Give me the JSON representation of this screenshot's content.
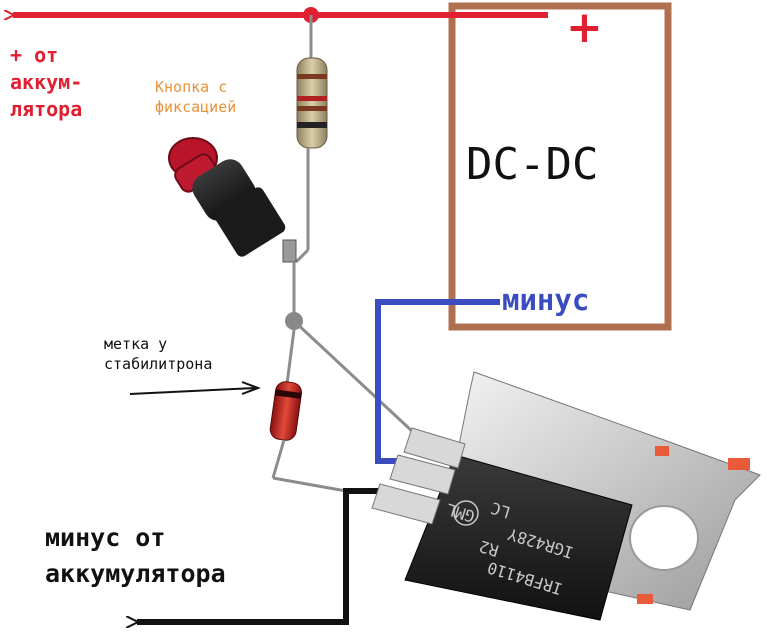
{
  "labels": {
    "plus_from_battery": "+ от\nаккум-\nлятора",
    "latching_button": "Кнопка с\nфиксацией",
    "dc_dc": "DC-DC",
    "dc_plus": "+",
    "dc_minus": "минус",
    "zener_mark": "метка у\nстабилитрона",
    "minus_from_battery": "минус от\nаккумулятора"
  },
  "transistor_marking": {
    "line1": "IRFB4110",
    "line2": "R2",
    "line3": "IGR428Y",
    "line4": "LC",
    "logo": "GML"
  },
  "colors": {
    "positive_wire": "#e02030",
    "dc_minus_wire": "#3a4cc0",
    "negative_wire": "#111111",
    "module_box": "#b07050",
    "component_lead": "#8c8c8c"
  }
}
